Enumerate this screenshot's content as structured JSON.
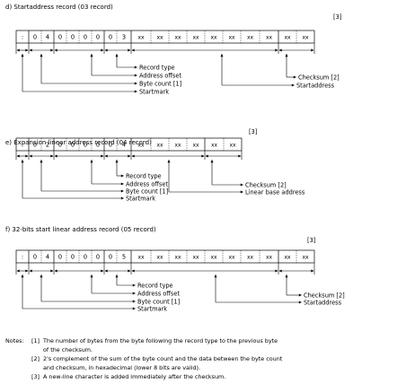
{
  "sections": [
    {
      "id": "sec1",
      "title": "d)  Startaddress record (03 record)",
      "note_ref": "[3]",
      "cells": [
        ":",
        "0",
        "4",
        "0",
        "0",
        "0",
        "0",
        "0",
        "3",
        "xx",
        "xx",
        "xx",
        "xx",
        "xx",
        "xx",
        "xx",
        "xx",
        "xx",
        "xx"
      ],
      "labels": [
        "Record type",
        "Address offset",
        "Byte count [1]",
        "Startmark",
        "Checksum [2]",
        "Startaddress"
      ]
    },
    {
      "id": "sec2",
      "title": "e)  Expansion linear address record (04 record)",
      "note_ref": "[3]",
      "cells": [
        ":",
        "0",
        "2",
        "0",
        "0",
        "0",
        "0",
        "0",
        "4",
        "xx",
        "xx",
        "xx",
        "xx",
        "xx",
        "xx"
      ],
      "labels": [
        "Record type",
        "Address offset",
        "Byte count [1]",
        "Startmark",
        "Checksum [2]",
        "Linear base address"
      ]
    },
    {
      "id": "sec3",
      "title": "f)  32-bits start linear address record (05 record)",
      "note_ref": "[3]",
      "cells": [
        ":",
        "0",
        "4",
        "0",
        "0",
        "0",
        "0",
        "0",
        "5",
        "xx",
        "xx",
        "xx",
        "xx",
        "xx",
        "xx",
        "xx",
        "xx",
        "xx",
        "xx"
      ],
      "labels": [
        "Record type",
        "Address offset",
        "Byte count [1]",
        "Startmark",
        "Checksum [2]",
        "Startaddress"
      ]
    }
  ],
  "notes": {
    "heading": "Notes:",
    "items": [
      {
        "ref": "[1]",
        "lines": [
          "The number of bytes from the byte following the record type to the previous byte",
          "of the checksum."
        ]
      },
      {
        "ref": "[2]",
        "lines": [
          "2's complement of the sum of the byte count and the data between the byte count",
          "and checksum, in hexadecimal (lower 8 bits are valid)."
        ]
      },
      {
        "ref": "[3]",
        "lines": [
          "A new-line character is added immediately after the checksum."
        ]
      }
    ]
  }
}
